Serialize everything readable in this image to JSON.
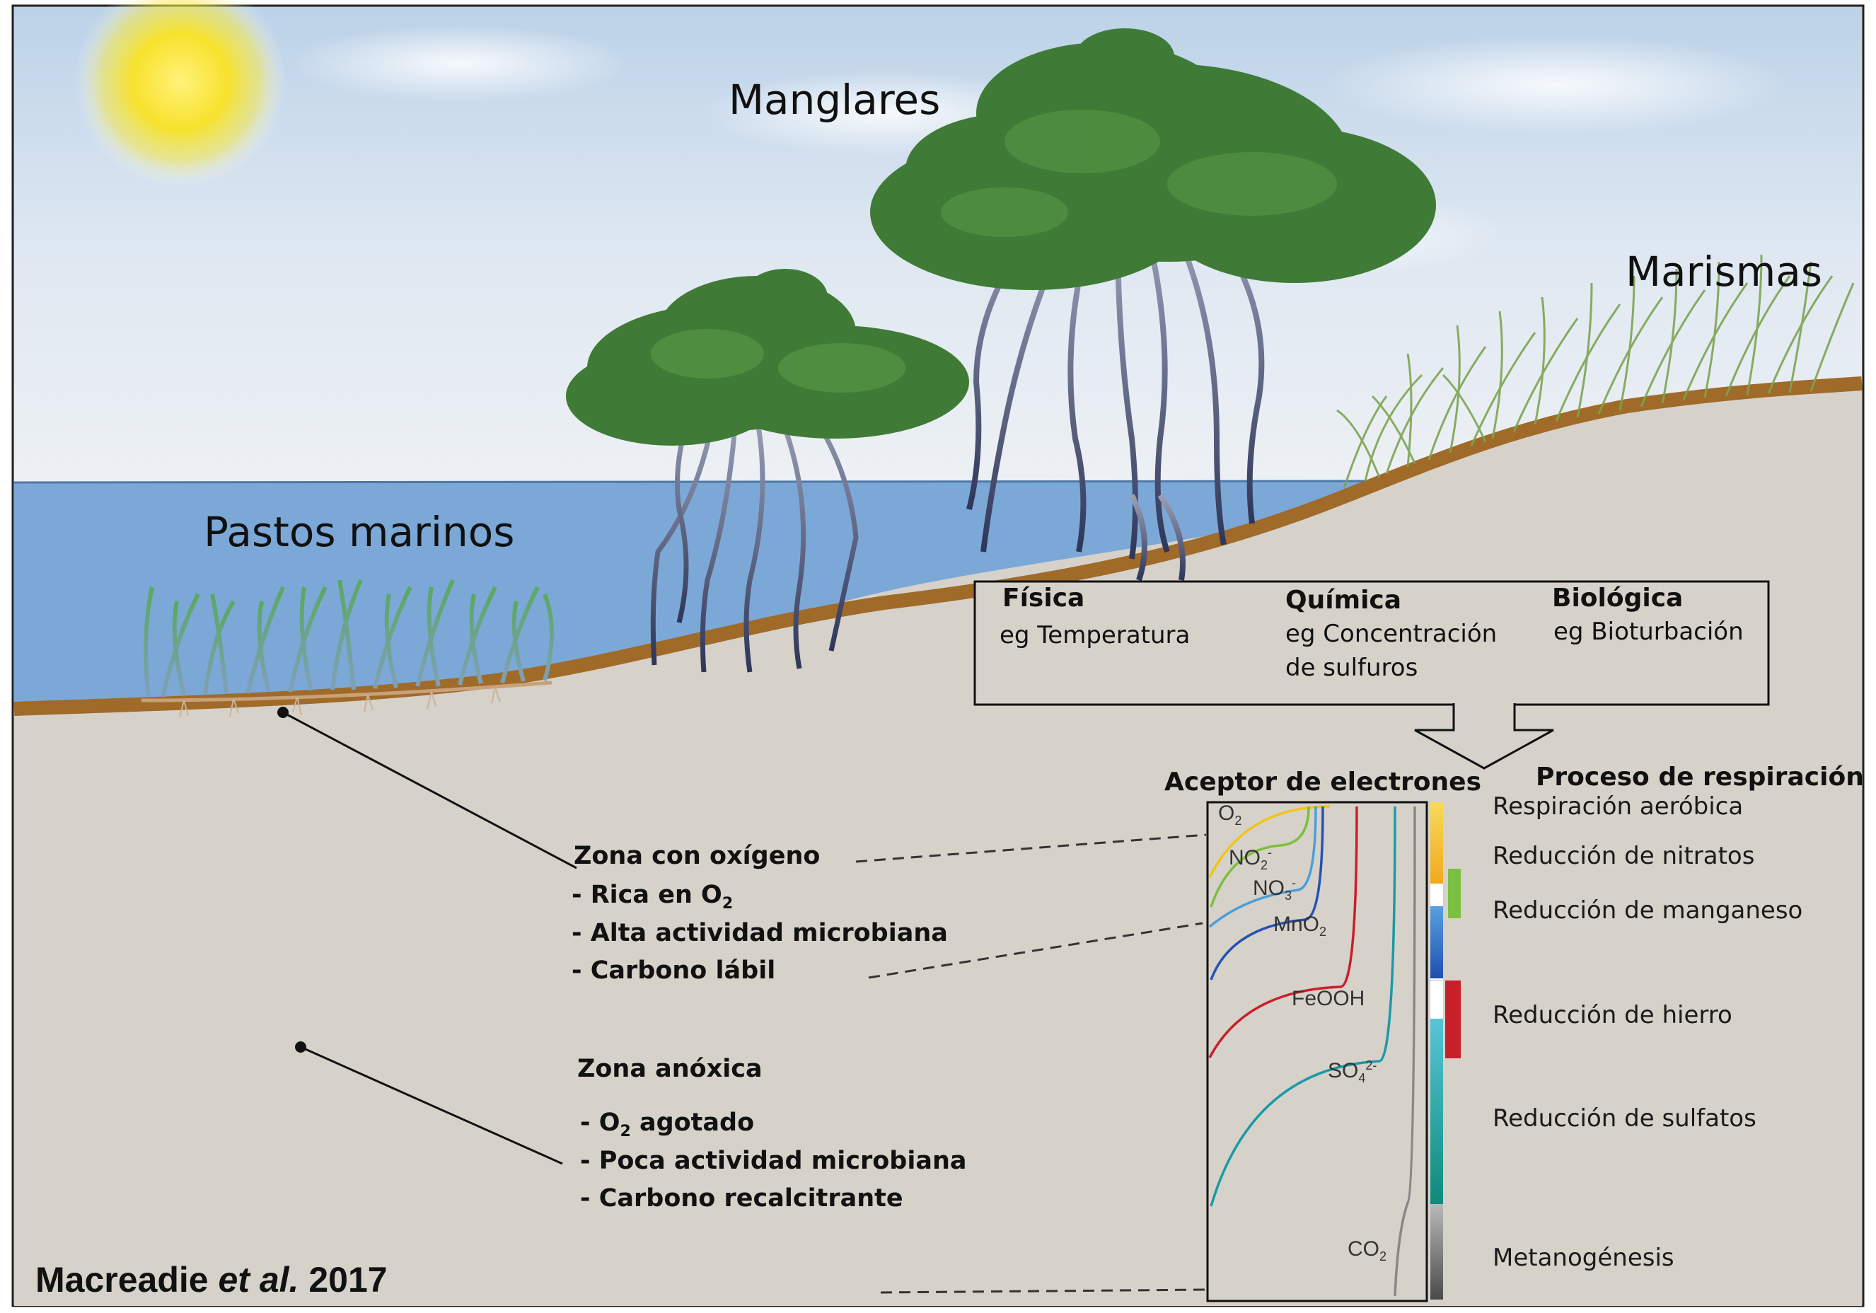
{
  "habitats": {
    "seagrass": "Pastos marinos",
    "mangroves": "Manglares",
    "saltmarsh": "Marismas"
  },
  "factors": [
    {
      "title": "Física",
      "lines": [
        "eg Temperatura"
      ]
    },
    {
      "title": "Química",
      "lines": [
        "eg Concentración",
        "de sulfuros"
      ]
    },
    {
      "title": "Biológica",
      "lines": [
        "eg Bioturbación"
      ]
    }
  ],
  "columns": {
    "acceptor_title": "Aceptor de electrones",
    "process_title": "Proceso de respiración"
  },
  "acceptors": [
    {
      "label": "O",
      "sub": "2",
      "sup": "",
      "color": "#f2c417"
    },
    {
      "label": "NO",
      "sub": "2",
      "sup": "-",
      "color": "#7cbf3a"
    },
    {
      "label": "NO",
      "sub": "3",
      "sup": "-",
      "color": "#4a9fd8"
    },
    {
      "label": "MnO",
      "sub": "2",
      "sup": "",
      "color": "#2452b5"
    },
    {
      "label": "FeOOH",
      "sub": "",
      "sup": "",
      "color": "#c8202a"
    },
    {
      "label": "SO",
      "sub": "4",
      "sup": "2-",
      "color": "#1a9aa6"
    },
    {
      "label": "CO",
      "sub": "2",
      "sup": "",
      "color": "#888888"
    }
  ],
  "processes": [
    {
      "label": "Respiración aeróbica",
      "color": "#f3c53d"
    },
    {
      "label": "Reducción de nitratos",
      "color": "#f0a91e"
    },
    {
      "label": "Reducción de manganeso",
      "color": "#7bc043"
    },
    {
      "label": "Reducción de hierro",
      "color": "#c8202a"
    },
    {
      "label": "Reducción de sulfatos",
      "color": "#1aa3a8"
    },
    {
      "label": "Metanogénesis",
      "color": "#8a8a8a"
    }
  ],
  "zones": {
    "oxic": {
      "title": "Zona con oxígeno",
      "items": [
        {
          "prefix": "- Rica en O",
          "sub": "2",
          "suffix": ""
        },
        {
          "prefix": "- Alta actividad microbiana",
          "sub": "",
          "suffix": ""
        },
        {
          "prefix": "- Carbono lábil",
          "sub": "",
          "suffix": ""
        }
      ]
    },
    "anoxic": {
      "title": "Zona anóxica",
      "items": [
        {
          "prefix": "- O",
          "sub": "2",
          "suffix": " agotado"
        },
        {
          "prefix": "- Poca actividad microbiana",
          "sub": "",
          "suffix": ""
        },
        {
          "prefix": "- Carbono recalcitrante",
          "sub": "",
          "suffix": ""
        }
      ]
    }
  },
  "credit": {
    "author": "Macreadie ",
    "etal": "et al.",
    "year": " 2017"
  }
}
